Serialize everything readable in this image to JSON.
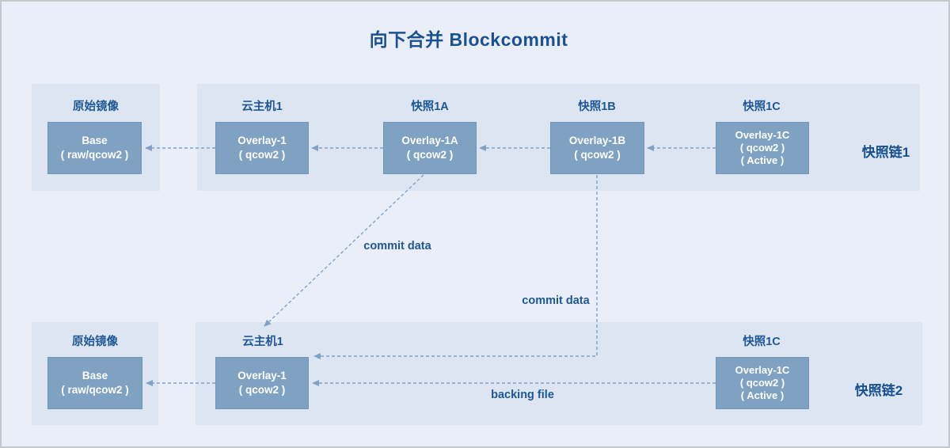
{
  "title": "向下合并 Blockcommit",
  "chain1": {
    "chain_label": "快照链1",
    "source_label": "原始镜像",
    "source_box": {
      "line1": "Base",
      "line2": "( raw/qcow2 )"
    },
    "host_label": "云主机1",
    "host_box": {
      "line1": "Overlay-1",
      "line2": "( qcow2 )"
    },
    "snap_a_label": "快照1A",
    "snap_a_box": {
      "line1": "Overlay-1A",
      "line2": "( qcow2 )"
    },
    "snap_b_label": "快照1B",
    "snap_b_box": {
      "line1": "Overlay-1B",
      "line2": "( qcow2 )"
    },
    "snap_c_label": "快照1C",
    "snap_c_box": {
      "line1": "Overlay-1C",
      "line2": "( qcow2 )",
      "line3": "( Active )"
    }
  },
  "chain2": {
    "chain_label": "快照链2",
    "source_label": "原始镜像",
    "source_box": {
      "line1": "Base",
      "line2": "( raw/qcow2 )"
    },
    "host_label": "云主机1",
    "host_box": {
      "line1": "Overlay-1",
      "line2": "( qcow2 )"
    },
    "snap_c_label": "快照1C",
    "snap_c_box": {
      "line1": "Overlay-1C",
      "line2": "( qcow2 )",
      "line3": "( Active )"
    }
  },
  "annotations": {
    "commit_data_upper": "commit data",
    "commit_data_lower": "commit data",
    "backing_file": "backing file"
  },
  "colors": {
    "page_background": "#e9eef8",
    "panel_background": "#dce5f1",
    "node_fill": "#7fa2c2",
    "node_border": "#6f95b8",
    "node_text": "#ffffff",
    "heading_text": "#1b5191",
    "label_text": "#1d5795",
    "connector": "#7fa2c6",
    "frame_border": "#c4c7cb"
  }
}
